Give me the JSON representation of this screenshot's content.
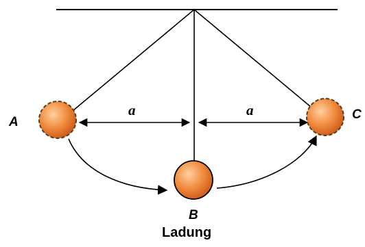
{
  "labels": {
    "point_a": "A",
    "point_b": "B",
    "point_c": "C",
    "distance_left": "a",
    "distance_right": "a",
    "caption": "Ladung"
  },
  "colors": {
    "ball_fill": "#f08a3c",
    "ball_highlight": "#ffd0a0",
    "ball_shadow": "#c9581a",
    "line": "#000000"
  }
}
